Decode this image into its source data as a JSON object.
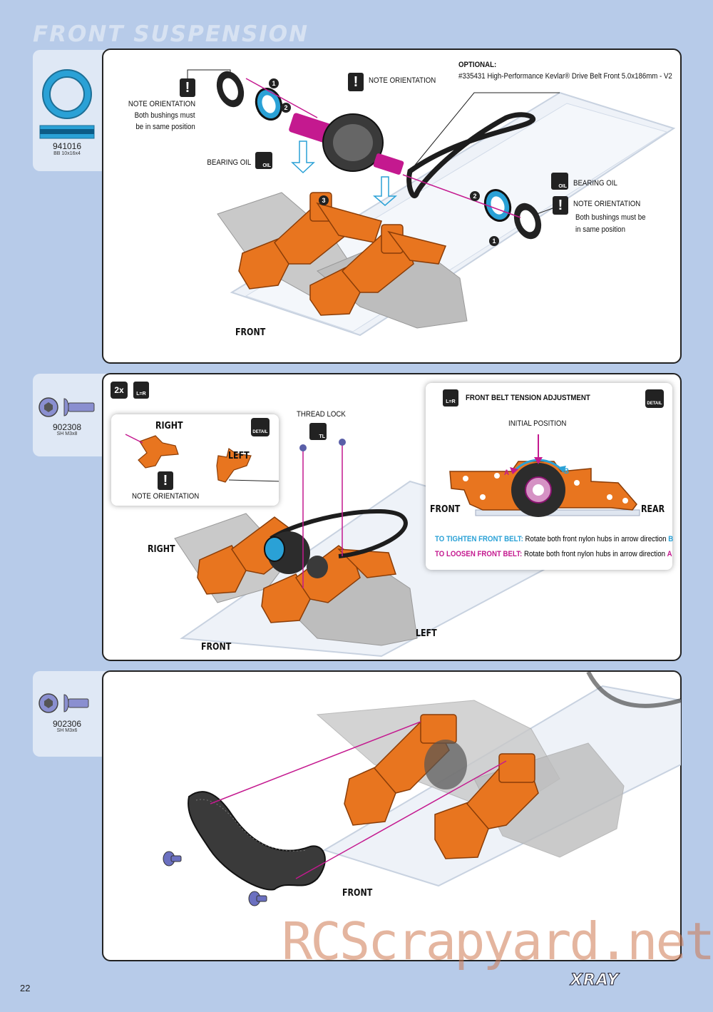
{
  "page": {
    "title": "FRONT SUSPENSION",
    "page_number": "22",
    "logo": "XRAY",
    "watermark": "RCScrapyard.net"
  },
  "step1": {
    "part_code": "941016",
    "part_desc": "BB 10x16x4",
    "note_left": [
      "NOTE ORIENTATION",
      "Both bushings must",
      "be in same position"
    ],
    "bearing_oil_left": "BEARING OIL",
    "note_top": "NOTE ORIENTATION",
    "optional_title": "OPTIONAL:",
    "optional_text": "#335431 High-Performance Kevlar® Drive Belt Front 5.0x186mm - V2",
    "bearing_oil_right": "BEARING OIL",
    "note_right": [
      "NOTE ORIENTATION",
      "Both bushings must be",
      "in same position"
    ],
    "front": "FRONT",
    "num1": "1",
    "num2": "2",
    "num3": "3",
    "oil_tag": "OIL"
  },
  "step2": {
    "part_code": "902308",
    "part_desc": "SH M3x8",
    "qty": "2x",
    "lr": "L=R",
    "detail": "DETAIL",
    "tl": "TL",
    "inset_right": "RIGHT",
    "inset_left": "LEFT",
    "inset_note": "NOTE ORIENTATION",
    "thread_lock": "THREAD LOCK",
    "right": "RIGHT",
    "left": "LEFT",
    "front": "FRONT",
    "tension": {
      "title": "FRONT BELT TENSION ADJUSTMENT",
      "initial": "INITIAL POSITION",
      "front": "FRONT",
      "rear": "REAR",
      "a": "A",
      "b": "B",
      "tighten_key": "TO TIGHTEN FRONT BELT:",
      "tighten_text": "Rotate both front nylon hubs in arrow direction",
      "tighten_dir": "B",
      "loosen_key": "TO LOOSEN FRONT BELT:",
      "loosen_text": "Rotate both front nylon hubs in arrow direction",
      "loosen_dir": "A"
    }
  },
  "step3": {
    "part_code": "902306",
    "part_desc": "SH M3x6",
    "front": "FRONT"
  },
  "colors": {
    "background": "#b7cbe9",
    "orange": "#e8751f",
    "magenta": "#c4198f",
    "cyan": "#2aa1d6",
    "bearing": "#31a9d8"
  }
}
